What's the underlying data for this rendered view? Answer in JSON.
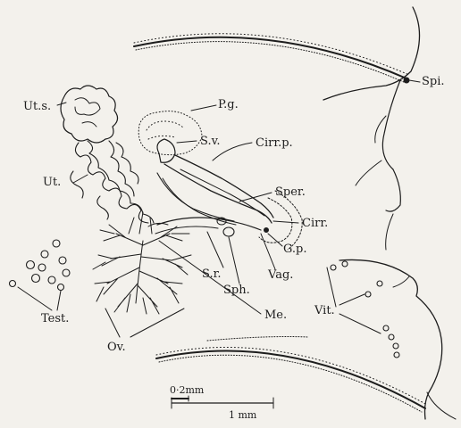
{
  "labels": {
    "uts": "Ut.s.",
    "ut": "Ut.",
    "pg": "P.g.",
    "sv": "S.v.",
    "cirrp": "Cirr.p.",
    "sper": "Sper.",
    "cirr": "Cirr.",
    "gp": "G.p.",
    "vag": "Vag.",
    "sr": "S.r.",
    "sph": "Sph.",
    "me": "Me.",
    "test": "Test.",
    "ov": "Ov.",
    "vit": "Vit.",
    "spi": "Spi."
  },
  "scale": {
    "small_label": "0·2mm",
    "large_label": "1 mm"
  },
  "colors": {
    "ink": "#1d1d1d",
    "paper": "#f3f1ec"
  }
}
